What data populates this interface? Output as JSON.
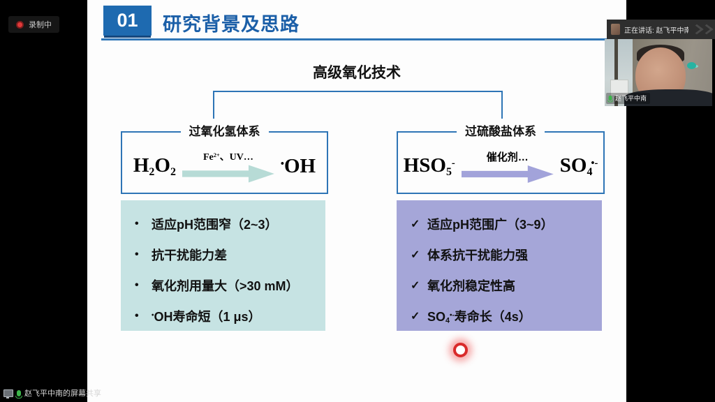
{
  "meeting": {
    "recording_label": "录制中",
    "speaker_banner": "正在讲话: 赵飞平中南;",
    "participant_name": "赵飞平中南",
    "screen_share_label": "赵飞平中南的屏幕共享"
  },
  "slide": {
    "chapter_number": "01",
    "title": "研究背景及思路",
    "heading": "高级氧化技术",
    "left_system": {
      "label": "过氧化氢体系",
      "reactant": {
        "a": "H",
        "b": "2",
        "c": "O",
        "d": "2"
      },
      "arrow_label": {
        "a": "Fe",
        "b": "2+",
        "c": "、UV…"
      },
      "product": {
        "dot": "•",
        "text": "OH"
      }
    },
    "right_system": {
      "label": "过硫酸盐体系",
      "reactant": {
        "a": "HSO",
        "b": "5",
        "c": "-"
      },
      "arrow_label": "催化剂…",
      "product": {
        "a": "SO",
        "b": "4",
        "c": "•-"
      }
    },
    "left_panel": {
      "marker": "•",
      "items": [
        "适应pH范围窄（2~3）",
        "抗干扰能力差",
        "氧化剂用量大（>30 mM）"
      ],
      "item4": {
        "dot": "•",
        "text": "OH寿命短（1 μs）"
      }
    },
    "right_panel": {
      "marker": "✓",
      "items": [
        "适应pH范围广（3~9）",
        "体系抗干扰能力强",
        "氧化剂稳定性高"
      ],
      "item4": {
        "a": "SO",
        "b": "4",
        "c": "•-",
        "d": "寿命长（4s）"
      }
    }
  },
  "colors": {
    "accent_blue": "#2e75b6",
    "chapter_box_blue": "#1e6ab0",
    "title_blue": "#1b5fa8",
    "teal_panel": "#c6e3e3",
    "purple_panel": "#a5a6d8",
    "teal_arrow": "#b7dbd6",
    "purple_arrow": "#a2a3da",
    "laser_red": "#d92b2b",
    "mic_green": "#3cb54a",
    "record_red": "#e03a3a"
  }
}
